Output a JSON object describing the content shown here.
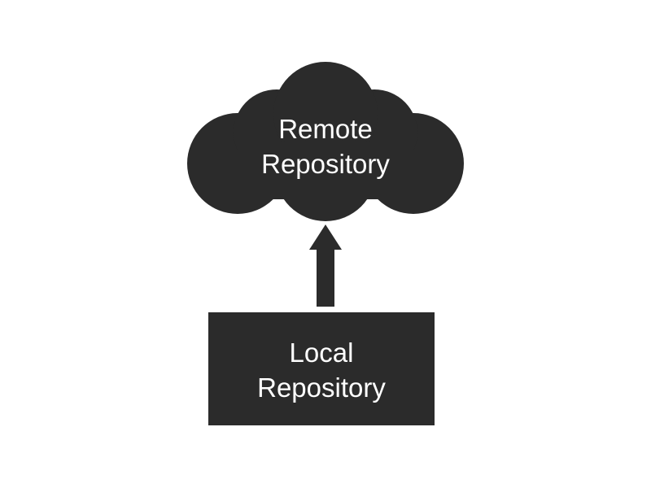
{
  "diagram": {
    "remote": {
      "line1": "Remote",
      "line2": "Repository",
      "shape": "cloud"
    },
    "local": {
      "line1": "Local",
      "line2": "Repository",
      "shape": "rectangle"
    },
    "edge": {
      "from": "local",
      "to": "remote",
      "direction": "up"
    },
    "colors": {
      "fill": "#2b2b2b",
      "text": "#ffffff",
      "background": "#ffffff"
    }
  }
}
